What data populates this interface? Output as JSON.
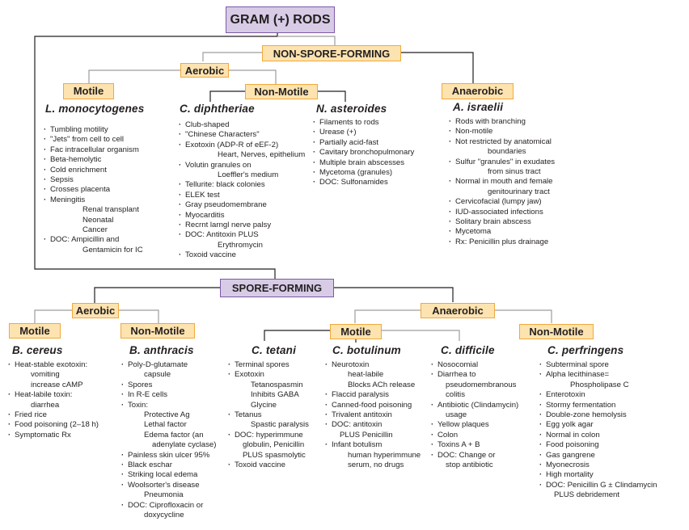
{
  "title": "GRAM (+) RODS",
  "colors": {
    "root_fill": "#d7cbe6",
    "root_border": "#7b5aa6",
    "category_fill": "#fde3b0",
    "category_border": "#f0a93b",
    "line_dark": "#231f20",
    "line_gray": "#9d9d9d"
  },
  "non_spore_forming": {
    "label": "NON-SPORE-FORMING",
    "aerobic": {
      "label": "Aerobic",
      "motile": {
        "label": "Motile",
        "organisms": [
          {
            "name": "L. monocytogenes",
            "features": [
              {
                "text": "Tumbling motility",
                "cont": false
              },
              {
                "text": "\"Jets\" from cell to cell",
                "cont": false
              },
              {
                "text": "Fac intracellular organism",
                "cont": false
              },
              {
                "text": "Beta-hemolytic",
                "cont": false
              },
              {
                "text": "Cold enrichment",
                "cont": false
              },
              {
                "text": "Sepsis",
                "cont": false
              },
              {
                "text": "Crosses placenta",
                "cont": false
              },
              {
                "text": "Meningitis",
                "cont": false
              },
              {
                "text": "Renal transplant",
                "cont": true,
                "indent": 2
              },
              {
                "text": "Neonatal",
                "cont": true,
                "indent": 2
              },
              {
                "text": "Cancer",
                "cont": true,
                "indent": 2
              },
              {
                "text": "DOC: Ampicillin and",
                "cont": false
              },
              {
                "text": "Gentamicin for IC",
                "cont": true,
                "indent": 2
              }
            ]
          }
        ]
      },
      "non_motile": {
        "label": "Non-Motile",
        "organisms": [
          {
            "name": "C. diphtheriae",
            "features": [
              {
                "text": "Club-shaped",
                "cont": false
              },
              {
                "text": "\"Chinese Characters\"",
                "cont": false
              },
              {
                "text": "Exotoxin (ADP-R of eEF-2)",
                "cont": false
              },
              {
                "text": "Heart, Nerves, epithelium",
                "cont": true,
                "indent": 2
              },
              {
                "text": "Volutin granules on",
                "cont": false
              },
              {
                "text": "Loeffler's medium",
                "cont": true,
                "indent": 2
              },
              {
                "text": "Tellurite: black colonies",
                "cont": false
              },
              {
                "text": "ELEK test",
                "cont": false
              },
              {
                "text": "Gray pseudomembrane",
                "cont": false
              },
              {
                "text": "Myocarditis",
                "cont": false
              },
              {
                "text": "Recrnt larngl nerve palsy",
                "cont": false
              },
              {
                "text": "DOC: Antitoxin PLUS",
                "cont": false
              },
              {
                "text": "Erythromycin",
                "cont": true,
                "indent": 2
              },
              {
                "text": "Toxoid vaccine",
                "cont": false
              }
            ]
          },
          {
            "name": "N. asteroides",
            "features": [
              {
                "text": "Filaments to rods",
                "cont": false
              },
              {
                "text": "Urease (+)",
                "cont": false
              },
              {
                "text": "Partially acid-fast",
                "cont": false
              },
              {
                "text": "Cavitary bronchopulmonary",
                "cont": false
              },
              {
                "text": "Multiple brain abscesses",
                "cont": false
              },
              {
                "text": "Mycetoma (granules)",
                "cont": false
              },
              {
                "text": "DOC: Sulfonamides",
                "cont": false
              }
            ]
          }
        ]
      }
    },
    "anaerobic": {
      "label": "Anaerobic",
      "organisms": [
        {
          "name": "A. israelii",
          "features": [
            {
              "text": "Rods with branching",
              "cont": false
            },
            {
              "text": "Non-motile",
              "cont": false
            },
            {
              "text": "Not restricted by anatomical",
              "cont": false
            },
            {
              "text": "boundaries",
              "cont": true,
              "indent": 2
            },
            {
              "text": "Sulfur \"granules\" in exudates",
              "cont": false
            },
            {
              "text": "from sinus tract",
              "cont": true,
              "indent": 2
            },
            {
              "text": "Normal in mouth and female",
              "cont": false
            },
            {
              "text": "genitourinary tract",
              "cont": true,
              "indent": 2
            },
            {
              "text": "Cervicofacial (lumpy jaw)",
              "cont": false
            },
            {
              "text": "IUD-associated infections",
              "cont": false
            },
            {
              "text": "Solitary brain abscess",
              "cont": false
            },
            {
              "text": "Mycetoma",
              "cont": false
            },
            {
              "text": "Rx: Penicillin plus drainage",
              "cont": false
            }
          ]
        }
      ]
    }
  },
  "spore_forming": {
    "label": "SPORE-FORMING",
    "aerobic": {
      "label": "Aerobic",
      "motile": {
        "label": "Motile",
        "organisms": [
          {
            "name": "B. cereus",
            "features": [
              {
                "text": "Heat-stable exotoxin:",
                "cont": false
              },
              {
                "text": "vomiting",
                "cont": true,
                "indent": 1
              },
              {
                "text": "increase cAMP",
                "cont": true,
                "indent": 1
              },
              {
                "text": "Heat-labile toxin:",
                "cont": false
              },
              {
                "text": "diarrhea",
                "cont": true,
                "indent": 1
              },
              {
                "text": "Fried rice",
                "cont": false
              },
              {
                "text": "Food poisoning (2–18 h)",
                "cont": false
              },
              {
                "text": "Symptomatic Rx",
                "cont": false
              }
            ]
          }
        ]
      },
      "non_motile": {
        "label": "Non-Motile",
        "organisms": [
          {
            "name": "B. anthracis",
            "features": [
              {
                "text": "Poly-D-glutamate",
                "cont": false
              },
              {
                "text": "capsule",
                "cont": true,
                "indent": 1
              },
              {
                "text": "Spores",
                "cont": false
              },
              {
                "text": "In R-E cells",
                "cont": false
              },
              {
                "text": "Toxin:",
                "cont": false
              },
              {
                "text": "Protective Ag",
                "cont": true,
                "indent": 1
              },
              {
                "text": "Lethal factor",
                "cont": true,
                "indent": 1
              },
              {
                "text": "Edema factor (an",
                "cont": true,
                "indent": 1
              },
              {
                "text": "adenylate cyclase)",
                "cont": true,
                "indent": 1.5
              },
              {
                "text": "Painless skin ulcer 95%",
                "cont": false
              },
              {
                "text": "Black eschar",
                "cont": false
              },
              {
                "text": "Striking local edema",
                "cont": false
              },
              {
                "text": "Woolsorter's disease",
                "cont": false
              },
              {
                "text": "Pneumonia",
                "cont": true,
                "indent": 1
              },
              {
                "text": "DOC: Ciprofloxacin or",
                "cont": false
              },
              {
                "text": "doxycycline",
                "cont": true,
                "indent": 1
              }
            ]
          }
        ]
      }
    },
    "anaerobic": {
      "label": "Anaerobic",
      "motile": {
        "label": "Motile",
        "organisms": [
          {
            "name": "C. tetani",
            "features": [
              {
                "text": "Terminal spores",
                "cont": false
              },
              {
                "text": "Exotoxin",
                "cont": false
              },
              {
                "text": "Tetanospasmin",
                "cont": true,
                "indent": 1
              },
              {
                "text": "Inhibits GABA",
                "cont": true,
                "indent": 1
              },
              {
                "text": "Glycine",
                "cont": true,
                "indent": 1
              },
              {
                "text": "Tetanus",
                "cont": false
              },
              {
                "text": "Spastic paralysis",
                "cont": true,
                "indent": 1
              },
              {
                "text": "DOC: hyperimmune",
                "cont": false
              },
              {
                "text": "globulin, Penicillin",
                "cont": true,
                "indent": 0.5
              },
              {
                "text": "PLUS spasmolytic",
                "cont": true,
                "indent": 0.5
              },
              {
                "text": "Toxoid vaccine",
                "cont": false
              }
            ]
          },
          {
            "name": "C. botulinum",
            "features": [
              {
                "text": "Neurotoxin",
                "cont": false
              },
              {
                "text": "heat-labile",
                "cont": true,
                "indent": 1
              },
              {
                "text": "Blocks ACh release",
                "cont": true,
                "indent": 1
              },
              {
                "text": "Flaccid paralysis",
                "cont": false
              },
              {
                "text": "Canned-food poisoning",
                "cont": false
              },
              {
                "text": "Trivalent antitoxin",
                "cont": false
              },
              {
                "text": "DOC: antitoxin",
                "cont": false
              },
              {
                "text": "PLUS Penicillin",
                "cont": true,
                "indent": 0.5
              },
              {
                "text": "Infant botulism",
                "cont": false
              },
              {
                "text": "human hyperimmune",
                "cont": true,
                "indent": 1
              },
              {
                "text": "serum, no drugs",
                "cont": true,
                "indent": 1
              }
            ]
          },
          {
            "name": "C. difficile",
            "features": [
              {
                "text": "Nosocomial",
                "cont": false
              },
              {
                "text": "Diarrhea to",
                "cont": false
              },
              {
                "text": "pseudomembranous",
                "cont": true,
                "indent": 0.5
              },
              {
                "text": "colitis",
                "cont": true,
                "indent": 0.5
              },
              {
                "text": "Antibiotic (Clindamycin)",
                "cont": false
              },
              {
                "text": "usage",
                "cont": true,
                "indent": 0.5
              },
              {
                "text": "Yellow plaques",
                "cont": false
              },
              {
                "text": "Colon",
                "cont": false
              },
              {
                "text": "Toxins A + B",
                "cont": false
              },
              {
                "text": "DOC: Change or",
                "cont": false
              },
              {
                "text": "stop antibiotic",
                "cont": true,
                "indent": 0.5
              }
            ]
          }
        ]
      },
      "non_motile": {
        "label": "Non-Motile",
        "organisms": [
          {
            "name": "C. perfringens",
            "features": [
              {
                "text": "Subterminal spore",
                "cont": false
              },
              {
                "text": "Alpha lecithinase=",
                "cont": false
              },
              {
                "text": "Phospholipase C",
                "cont": true,
                "indent": 1.5
              },
              {
                "text": "Enterotoxin",
                "cont": false
              },
              {
                "text": "Stormy fermentation",
                "cont": false
              },
              {
                "text": "Double-zone hemolysis",
                "cont": false
              },
              {
                "text": "Egg yolk agar",
                "cont": false
              },
              {
                "text": "Normal in colon",
                "cont": false
              },
              {
                "text": "Food poisoning",
                "cont": false
              },
              {
                "text": "Gas gangrene",
                "cont": false
              },
              {
                "text": "Myonecrosis",
                "cont": false
              },
              {
                "text": "High mortality",
                "cont": false
              },
              {
                "text": "DOC: Penicillin G ± Clindamycin",
                "cont": false
              },
              {
                "text": "PLUS debridement",
                "cont": true,
                "indent": 0.5
              }
            ]
          }
        ]
      }
    }
  }
}
